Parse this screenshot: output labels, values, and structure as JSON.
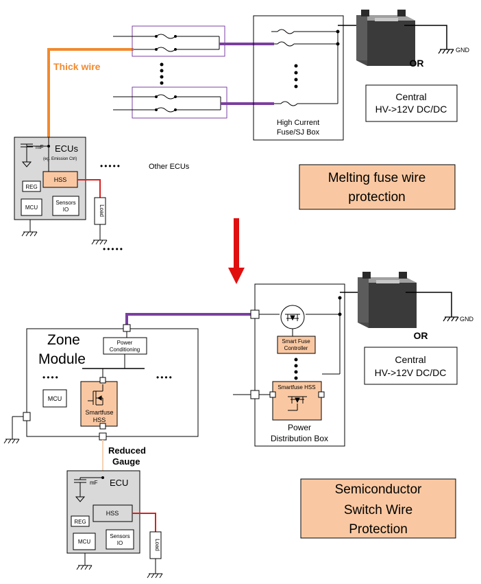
{
  "top": {
    "thick_wire": "Thick wire",
    "hc_box_line1": "High Current",
    "hc_box_line2": "Fuse/SJ Box",
    "gnd": "GND",
    "or": "OR",
    "central_line1": "Central",
    "central_line2": "HV->12V DC/DC",
    "ecus_title": "ECUs",
    "ecus_sub": "(eg. Emission Ctrl)",
    "cap_label": "mF",
    "hss": "HSS",
    "reg": "REG",
    "mcu": "MCU",
    "sensors_line1": "Sensors",
    "sensors_line2": "IO",
    "load": "Load",
    "other_ecus": "Other ECUs",
    "dots": "•••••",
    "melting_line1": "Melting fuse wire",
    "melting_line2": "protection"
  },
  "bottom": {
    "zone_line1": "Zone",
    "zone_line2": "Module",
    "power_cond_line1": "Power",
    "power_cond_line2": "Conditioning",
    "dots": "••••",
    "mcu": "MCU",
    "smartfuse_line1": "Smartfuse",
    "smartfuse_line2": "HSS",
    "reduced_line1": "Reduced",
    "reduced_line2": "Gauge",
    "ecu_title": "ECU",
    "cap_label": "mF",
    "hss": "HSS",
    "reg": "REG",
    "mcu_ecu": "MCU",
    "sensors_line1": "Sensors",
    "sensors_line2": "IO",
    "load": "Load",
    "sfc_line1": "Smart Fuse",
    "sfc_line2": "Controller",
    "smartfuse_hss_pdb": "Smartfuse HSS",
    "pdb_line1": "Power",
    "pdb_line2": "Distribution Box",
    "gnd": "GND",
    "or": "OR",
    "central_line1": "Central",
    "central_line2": "HV->12V DC/DC",
    "semi_line1": "Semiconductor",
    "semi_line2": "Switch Wire",
    "semi_line3": "Protection"
  },
  "colors": {
    "orange_wire": "#f28a2e",
    "purple_wire": "#7b3fa0",
    "red_wire": "#d62020",
    "salmon_fill": "#f9c8a2",
    "arrow_red": "#e01010"
  }
}
